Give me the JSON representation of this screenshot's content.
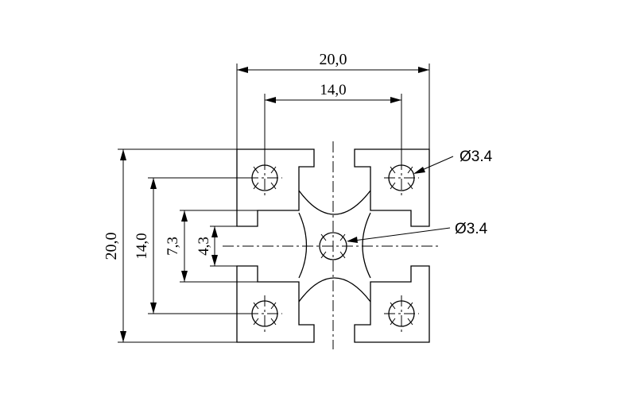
{
  "drawing": {
    "colors": {
      "line": "#000000",
      "background": "#ffffff"
    },
    "dimensions": {
      "overall_width": "20,0",
      "hole_spacing_width": "14,0",
      "overall_height": "20,0",
      "hole_spacing_height": "14,0",
      "slot_outer_height": "7,3",
      "slot_opening_height": "4,3"
    },
    "callouts": {
      "corner_hole": "Ø3.4",
      "center_hole": "Ø3.4"
    }
  }
}
